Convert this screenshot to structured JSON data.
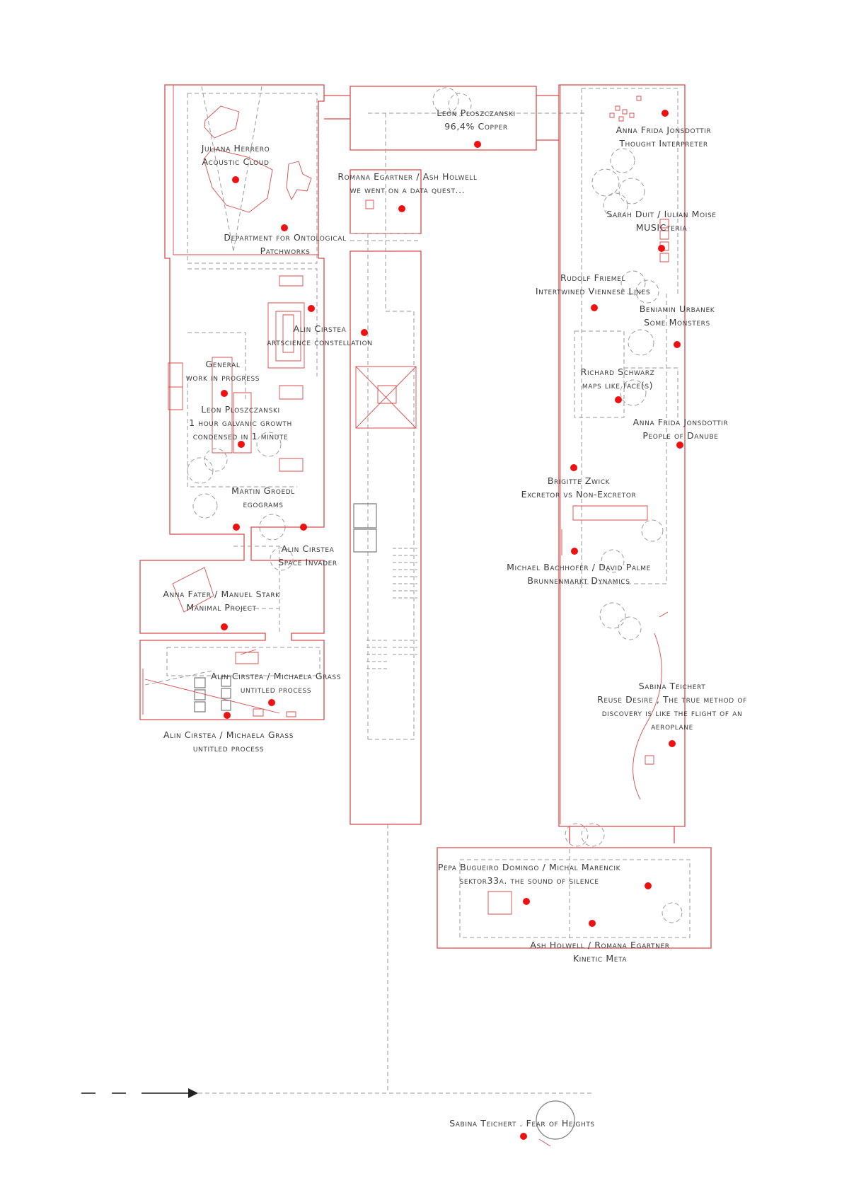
{
  "artworks": [
    {
      "id": "copper",
      "artist": "Leon Ploszczanski",
      "title": "96,4% Copper"
    },
    {
      "id": "thought",
      "artist": "Anna Frida Jonsdottir",
      "title": "Thought Interpreter"
    },
    {
      "id": "acoustic",
      "artist": "Juliana Herrero",
      "title": "Acoustic Cloud"
    },
    {
      "id": "dataquest",
      "artist": "Romana Egartner / Ash Holwell",
      "title": "we went on a data quest..."
    },
    {
      "id": "musicteria",
      "artist": "Sarah Duit / Iulian Moise",
      "title": "MUSICteria"
    },
    {
      "id": "ontological",
      "artist": "Department for Ontological",
      "title": "Patchworks"
    },
    {
      "id": "viennese",
      "artist": "Rudolf Friemel",
      "title": "Intertwined Viennese Lines"
    },
    {
      "id": "monsters",
      "artist": "Beniamin Urbanek",
      "title": "Some Monsters"
    },
    {
      "id": "artscience",
      "artist": "Alin Cirstea",
      "title": "artscience constellation"
    },
    {
      "id": "general",
      "artist": "General",
      "title": "work in progress"
    },
    {
      "id": "mapsfaces",
      "artist": "Richard Schwarz",
      "title": "maps like face(s)"
    },
    {
      "id": "galvanic",
      "artist": "Leon Ploszczanski",
      "title": "1 hour galvanic growth",
      "title2": "condensed in 1 minute"
    },
    {
      "id": "danube",
      "artist": "Anna Frida Jonsdottir",
      "title": "People of Danube"
    },
    {
      "id": "excretor",
      "artist": "Brigitte Zwick",
      "title": "Excretor vs Non-Excretor"
    },
    {
      "id": "egograms",
      "artist": "Martin Groedl",
      "title": "egograms"
    },
    {
      "id": "invader",
      "artist": "Alin Cirstea",
      "title": "Space Invader"
    },
    {
      "id": "brunnen",
      "artist": "Michael Bachhofer / David Palme",
      "title": "Brunnenmarkt Dynamics"
    },
    {
      "id": "manimal",
      "artist": "Anna Fater / Manuel Stark",
      "title": "Manimal Project"
    },
    {
      "id": "untitled1",
      "artist": "Alin Cirstea / Michaela Grass",
      "title": "untitled process"
    },
    {
      "id": "reuse",
      "artist": "Sabina Teichert",
      "title": "Reuse Desire , The true method of",
      "title2": "discovery is like the flight of an",
      "title3": "aeroplane"
    },
    {
      "id": "untitled2",
      "artist": "Alin Cirstea / Michaela Grass",
      "title": "untitled process"
    },
    {
      "id": "silence",
      "artist": "Pepa Bugueiro Domingo / Michal Marencik",
      "title": "sektor33a. the sound of silence"
    },
    {
      "id": "kinetic",
      "artist": "Ash Holwell / Romana Egartner",
      "title": "Kinetic Meta"
    },
    {
      "id": "heights",
      "artist": "Sabina Teichert . Fear of Heights"
    }
  ]
}
